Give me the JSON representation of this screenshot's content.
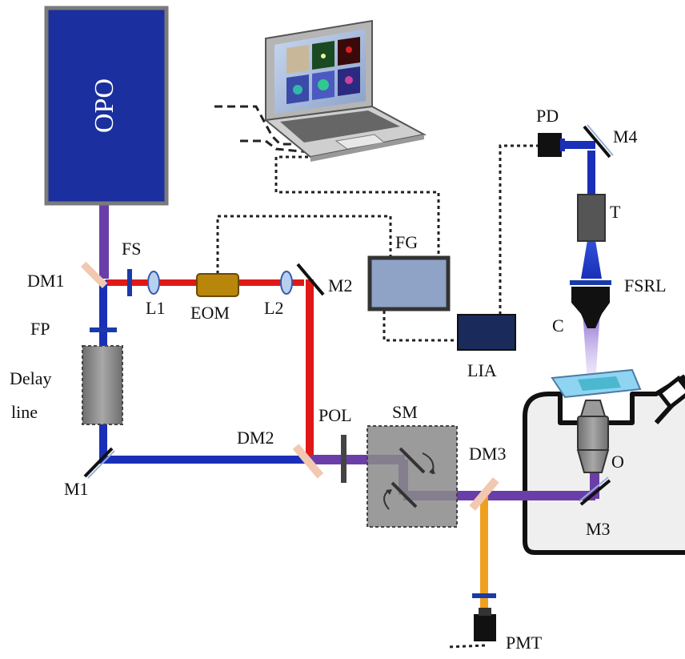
{
  "diagram": {
    "opo_label": "OPO",
    "labels": {
      "dm1": "DM1",
      "fs": "FS",
      "l1": "L1",
      "eom": "EOM",
      "l2": "L2",
      "m2": "M2",
      "fp": "FP",
      "delay_line_1": "Delay",
      "delay_line_2": "line",
      "m1": "M1",
      "dm2": "DM2",
      "pol": "POL",
      "sm": "SM",
      "dm3": "DM3",
      "fg": "FG",
      "lia": "LIA",
      "pd": "PD",
      "m4": "M4",
      "t": "T",
      "fsrl": "FSRL",
      "c": "C",
      "o": "O",
      "m3": "M3",
      "pmt": "PMT"
    },
    "colors": {
      "opo_fill": "#1b2f9e",
      "pump_beam": "#e01818",
      "stokes_beam": "#1a2fb8",
      "combined_beam": "#6a3ea8",
      "fluorescence_beam": "#f0a020",
      "eom_fill": "#b8860b",
      "fg_fill": "#8fa3c7",
      "lia_fill": "#1a2a5a",
      "dichroic_fill": "#f2c8b0",
      "component_gray": "#8a8a8a"
    }
  }
}
